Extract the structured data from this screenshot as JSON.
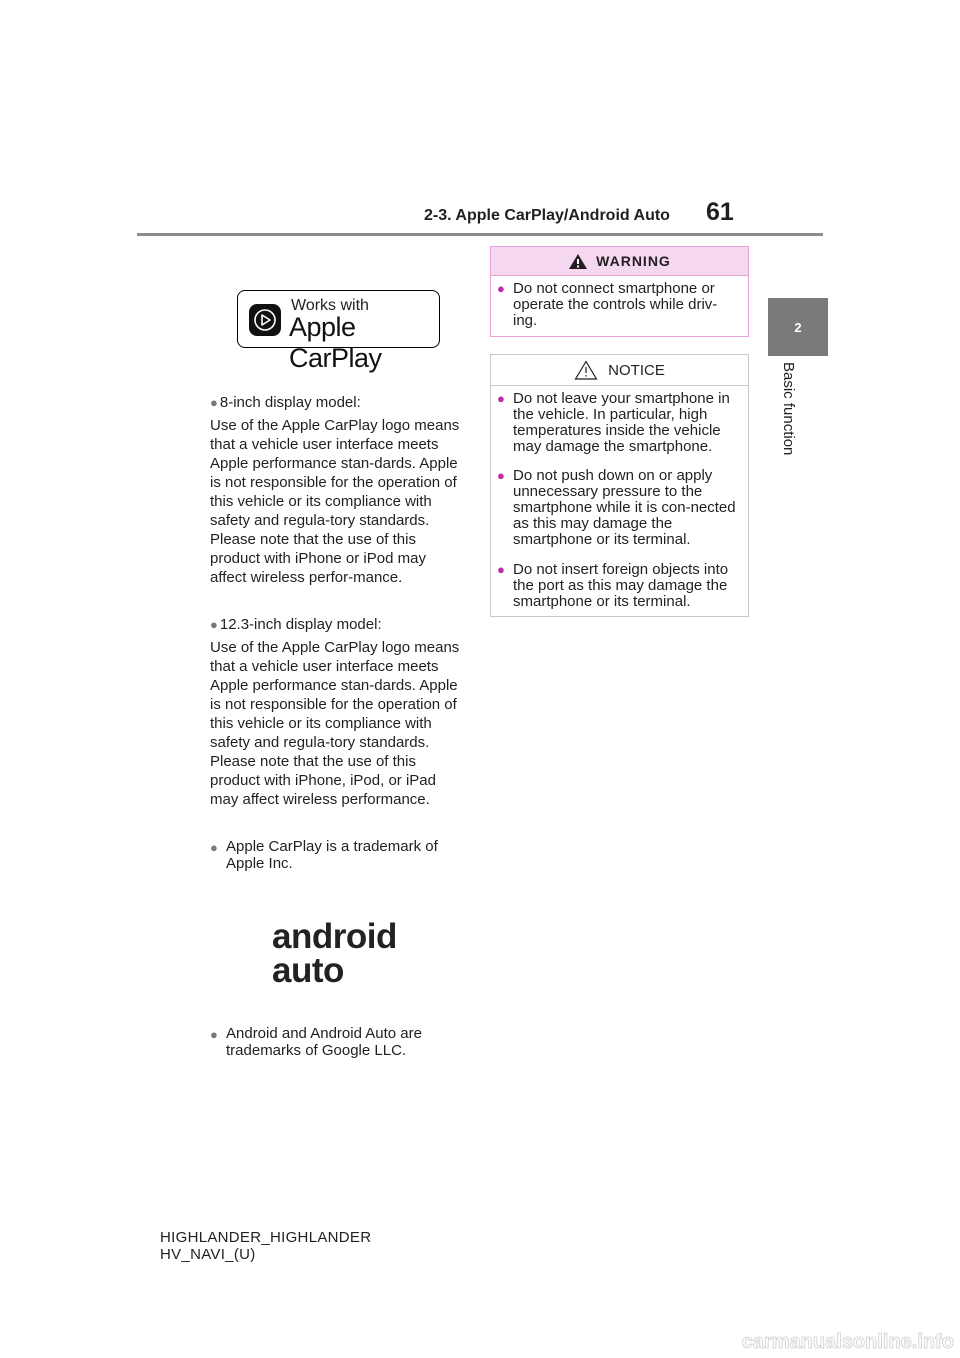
{
  "header": {
    "section_title": "2-3. Apple CarPlay/Android Auto",
    "page_number": "61"
  },
  "side_tab": {
    "chapter_number": "2",
    "chapter_label": "Basic function"
  },
  "carplay_badge": {
    "line1": "Works with",
    "line2": "Apple CarPlay"
  },
  "left_column": {
    "item1_title": "8-inch display model:",
    "item1_body": "Use of the Apple CarPlay logo means that a vehicle user interface meets Apple performance stan-dards. Apple is not responsible for the operation of this vehicle or its compliance with safety and regula-tory standards. Please note that the use of this product with iPhone or iPod may affect wireless perfor-mance.",
    "item2_title": "12.3-inch display model:",
    "item2_body": "Use of the Apple CarPlay logo means that a vehicle user interface meets Apple performance stan-dards. Apple is not responsible for the operation of this vehicle or its compliance with safety and regula-tory standards. Please note that the use of this product with iPhone, iPod, or iPad may affect wireless performance.",
    "item3": "Apple CarPlay is a trademark of Apple Inc.",
    "item4": "Android and Android Auto are trademarks of Google LLC."
  },
  "android_logo": {
    "line1": "android",
    "line2": "auto"
  },
  "warning": {
    "heading": "WARNING",
    "items": [
      "Do not connect smartphone or operate the controls while driv-ing."
    ]
  },
  "notice": {
    "heading": "NOTICE",
    "items": [
      "Do not leave your smartphone in the vehicle. In particular, high temperatures inside the vehicle may damage the smartphone.",
      "Do not push down on or apply unnecessary pressure to the smartphone while it is con-nected as this may damage the smartphone or its terminal.",
      "Do not insert foreign objects into the port as this may damage the smartphone or its terminal."
    ]
  },
  "footer": {
    "line1": "HIGHLANDER_HIGHLANDER",
    "line2": "HV_NAVI_(U)"
  },
  "watermark": "carmanualsonline.info",
  "colors": {
    "warning_accent": "#c02aa8",
    "warning_fill": "#f6d7f0",
    "tab_gray": "#7a7a7a"
  }
}
